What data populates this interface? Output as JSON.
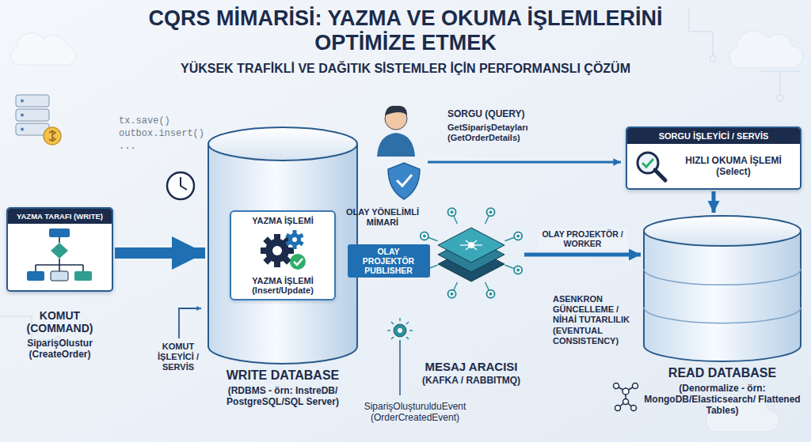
{
  "diagram": {
    "title": "CQRS MİMARİSİ: YAZMA VE OKUMA İŞLEMLERİNİ OPTİMİZE ETMEK",
    "caption": "YÜKSEK TRAFİKLİ VE DAĞITIK SİSTEMLER İÇİN PERFORMANSLI ÇÖZÜM",
    "nodes": [
      {
        "text": [
          "YAZMA TARAFI (WRITE)",
          "KOMUT (COMMAND)",
          "SiparişOlustur (CreateOrder)"
        ]
      },
      {
        "text": [
          "WRITE DATABASE",
          "(RDBMS - örn: InstreDB/ PostgreSQL/SQL Server)"
        ]
      },
      {
        "text": [
          "YAZMA İŞLEMİ",
          "YAZMA İŞLEMİ (Insert/Update)"
        ],
        "in": 1
      },
      {
        "text": [
          "MESAJ ARACISI",
          "(KAFKA / RABBITMQ)"
        ]
      },
      {
        "text": [
          "SORGU İŞLEYİCİ / SERVİS",
          "HIZLI OKUMA İŞLEMİ (Select)"
        ]
      },
      {
        "text": [
          "READ DATABASE",
          "(Denormalize - örn: MongoDB/Elasticsearch/ Flattened Tables)"
        ]
      }
    ],
    "edges": [
      {
        "from": 0,
        "to": 1,
        "arrow": "to"
      },
      {
        "from": 1,
        "to": 3,
        "label": "OLAY PROJEKTÖR PUBLISHER",
        "arrow": "to"
      },
      {
        "from": 3,
        "to": 5,
        "label": "OLAY PROJEKTÖR / WORKER",
        "arrow": "to"
      },
      {
        "from": 4,
        "to": 5,
        "arrow": "to"
      }
    ],
    "labels": [
      "tx.save()",
      "outbox.insert()",
      "...",
      "OLAY YÖNELİMLİ MİMARİ",
      "SORGU (QUERY)",
      "GetSiparişDetayları (GetOrderDetails)",
      "KOMUT İŞLEYİCİ / SERVİS",
      "SiparişOluşturulduEvent (OrderCreatedEvent)",
      "ASENKRON GÜNCELLEME / NİHAİ TUTARLILIK (EVENTUAL CONSISTENCY)"
    ]
  }
}
